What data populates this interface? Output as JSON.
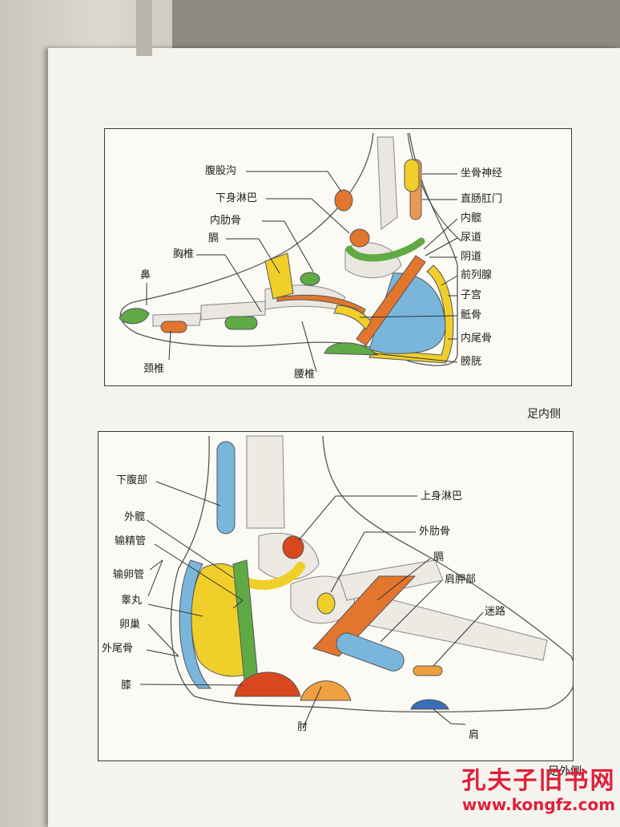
{
  "figure1": {
    "caption": "足内侧",
    "labels": {
      "fugugou": "腹股沟",
      "xiashenlinba": "下身淋巴",
      "neileigu": "内肋骨",
      "ge": "膈",
      "xiongzhui": "胸椎",
      "bi": "鼻",
      "jingzhui": "颈椎",
      "yaozhui": "腰椎",
      "zuogushenjing": "坐骨神经",
      "zhichanggangmen": "直肠肛门",
      "neikuan": "内髋",
      "niaodao": "尿道",
      "yindao": "阴道",
      "qianliexian": "前列腺",
      "zigong": "子宫",
      "digu": "骶骨",
      "neiweigu": "内尾骨",
      "pangguang": "膀胱"
    }
  },
  "figure2": {
    "caption": "足外侧",
    "labels": {
      "xiafubu": "下腹部",
      "waikuan": "外髋",
      "shujingguan": "输精管",
      "shuluanguan": "输卵管",
      "gaowan": "睾丸",
      "luanchao": "卵巢",
      "waiweigu": "外尾骨",
      "xi": "膝",
      "zhou": "肘",
      "shangshenlinba": "上身淋巴",
      "waileigu": "外肋骨",
      "ge": "膈",
      "jianjiabu": "肩胛部",
      "milu": "迷路",
      "jian": "肩"
    }
  },
  "watermark": {
    "title": "孔夫子旧书网",
    "url": "www.kongfz.com"
  },
  "colors": {
    "green": "#5faa45",
    "orange": "#e2762e",
    "yellow": "#f0cf2a",
    "blue": "#7ab6dc",
    "red": "#d9471f",
    "light_orange": "#f0a040",
    "watermark": "#e0203a"
  }
}
